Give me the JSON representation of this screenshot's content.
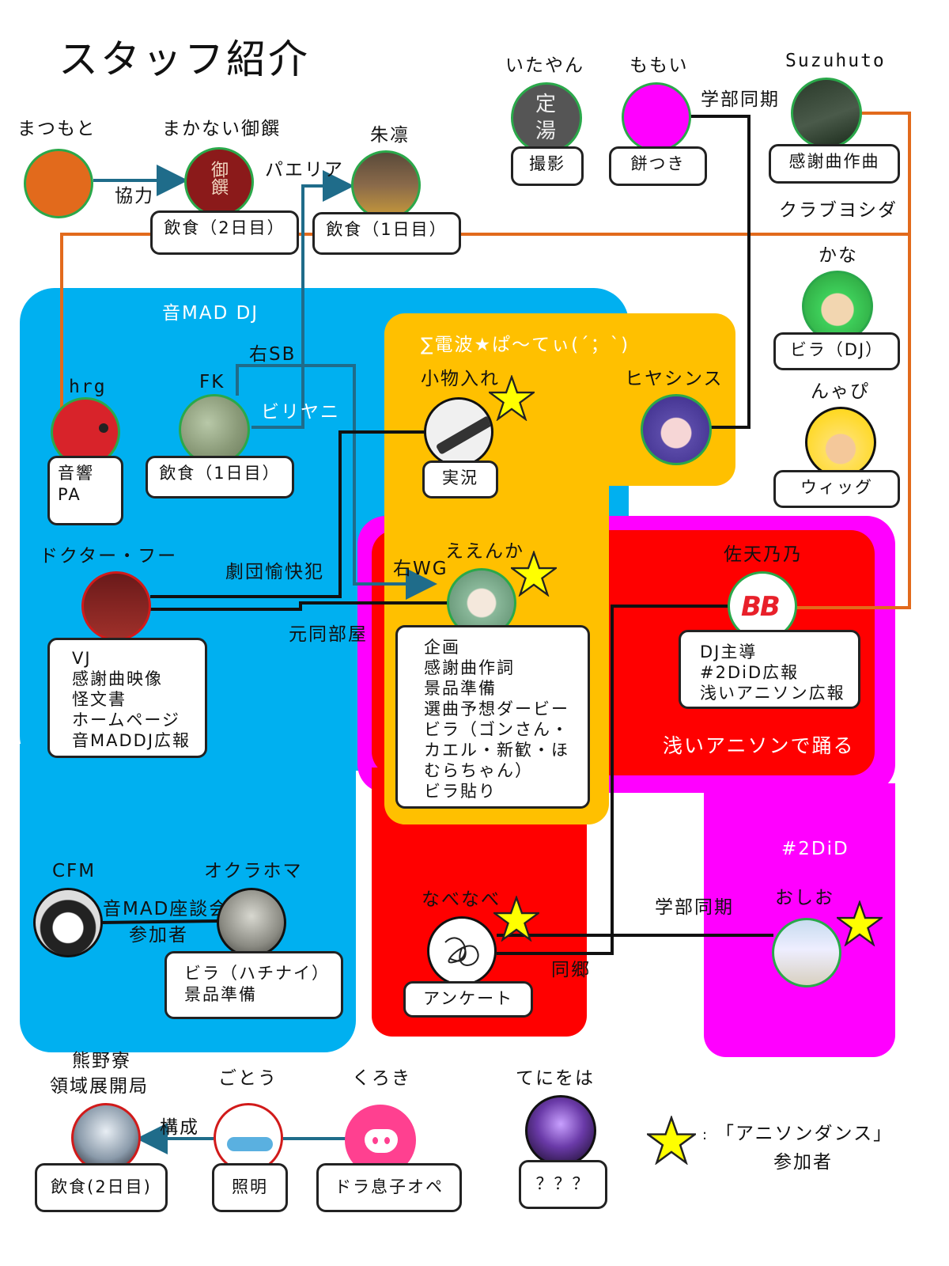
{
  "page_title": "スタッフ紹介",
  "group_labels": {
    "otomad_dj": "音MAD DJ",
    "denpa_party": "∑電波★ぱ～てぃ(´；`)",
    "asai_anison": "浅いアニソンで踊る",
    "two_did": "#2DiD"
  },
  "people": {
    "matsumoto": {
      "name": "まつもと"
    },
    "makanai": {
      "name": "まかない御饌",
      "role": "飲食（2日目）"
    },
    "shurin": {
      "name": "朱凛",
      "role": "飲食（1日目）"
    },
    "itayan": {
      "name": "いたやん",
      "role": "撮影"
    },
    "momoi": {
      "name": "ももい",
      "role": "餅つき"
    },
    "suzuhuto": {
      "name": "Suzuhuto",
      "role": "感謝曲作曲"
    },
    "kana": {
      "name": "かな",
      "role": "ビラ（DJ）"
    },
    "nyapi": {
      "name": "んゃぴ",
      "role": "ウィッグ"
    },
    "hrg": {
      "name": "hrg",
      "role_lines": [
        "音響",
        "PA"
      ]
    },
    "fk": {
      "name": "FK",
      "role": "飲食（1日目）"
    },
    "komono": {
      "name": "小物入れ",
      "role": "実況"
    },
    "hyacinth": {
      "name": "ヒヤシンス"
    },
    "doctor_fu": {
      "name": "ドクター・フー",
      "role_lines": [
        "VJ",
        "感謝曲映像",
        "怪文書",
        "ホームページ",
        "音MADDJ広報"
      ]
    },
    "eenka": {
      "name": "ええんか",
      "role_lines": [
        "企画",
        "感謝曲作詞",
        "景品準備",
        "選曲予想ダービー",
        "ビラ（ゴンさん・",
        "カエル・新歓・ほ",
        "むらちゃん）",
        "ビラ貼り"
      ]
    },
    "satenono": {
      "name": "佐天乃乃",
      "role_lines": [
        "DJ主導",
        "#2DiD広報",
        "浅いアニソン広報"
      ]
    },
    "cfm": {
      "name": "CFM"
    },
    "oklahoma": {
      "name": "オクラホマ",
      "role_lines": [
        "ビラ（ハチナイ）",
        "景品準備"
      ]
    },
    "nabenabe": {
      "name": "なべなべ",
      "role": "アンケート"
    },
    "oshio": {
      "name": "おしお"
    },
    "kumano": {
      "name_lines": [
        "熊野寮",
        "領域展開局"
      ],
      "role": "飲食(2日目)"
    },
    "goto": {
      "name": "ごとう",
      "role": "照明"
    },
    "kuroki": {
      "name": "くろき",
      "role": "ドラ息子オペ"
    },
    "tenioha": {
      "name": "てにをは",
      "role": "？？？"
    }
  },
  "relations": {
    "kyoryoku": "協力",
    "paella": "パエリア",
    "gakubu_doki_1": "学部同期",
    "club_yoshida": "クラブヨシダ",
    "migi_sb": "右SB",
    "biriyani": "ビリヤニ",
    "gekidan": "劇団愉快犯",
    "moto_dobeya": "元同部屋",
    "migi_wg": "右WG",
    "zadankai_lines": [
      "音MAD座談会",
      "参加者"
    ],
    "gakubu_doki_2": "学部同期",
    "dokyo": "同郷",
    "kosei": "構成"
  },
  "legend": {
    "colon": ":",
    "line1": "「アニソンダンス」",
    "line2": "参加者"
  },
  "icons": {
    "itayan": "teiyu-stamp-icon",
    "kuroki": "discord-logo-icon",
    "satenono": "bb-logo-icon",
    "makanai": "gosen-logo-icon"
  },
  "colors": {
    "blue_region": "#00b0f0",
    "orange_region": "#ffc000",
    "magenta_region": "#ff00ff",
    "red_region": "#ff0000",
    "orange_line": "#e26a1c",
    "teal_line": "#1f6c8a",
    "black_line": "#111111",
    "circle_border": "#2aa84a",
    "star": "#ffff00"
  }
}
